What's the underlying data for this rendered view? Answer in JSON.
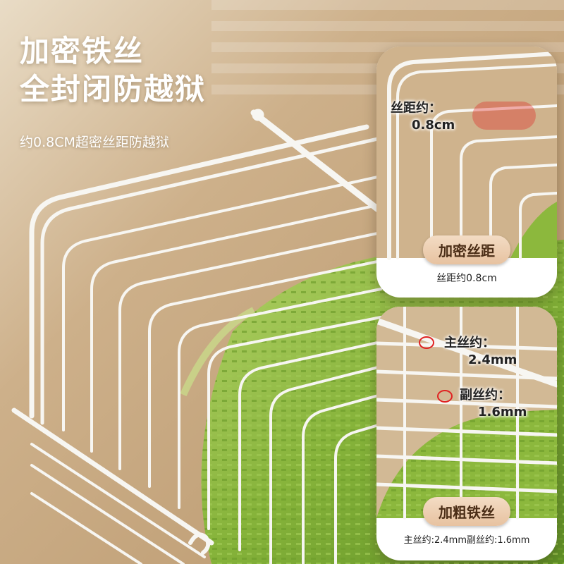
{
  "headline": {
    "line1": "加密铁丝",
    "line2": "全封闭防越狱"
  },
  "subline": "约0.8CM超密丝距防越狱",
  "detail_top": {
    "callout_label": "丝距约：",
    "callout_value": "0.8cm",
    "badge": "加密丝距",
    "caption": "丝距约0.8cm"
  },
  "detail_bottom": {
    "main_label": "主丝约：",
    "main_value": "2.4mm",
    "sub_label": "副丝约：",
    "sub_value": "1.6mm",
    "badge": "加粗铁丝",
    "caption": "主丝约:2.4mm副丝约:1.6mm"
  },
  "colors": {
    "wall": "#c6a880",
    "wire": "#f7f6f2",
    "tray": "#8cb83d",
    "badge": "#eac9a8",
    "marker": "#e02222"
  }
}
